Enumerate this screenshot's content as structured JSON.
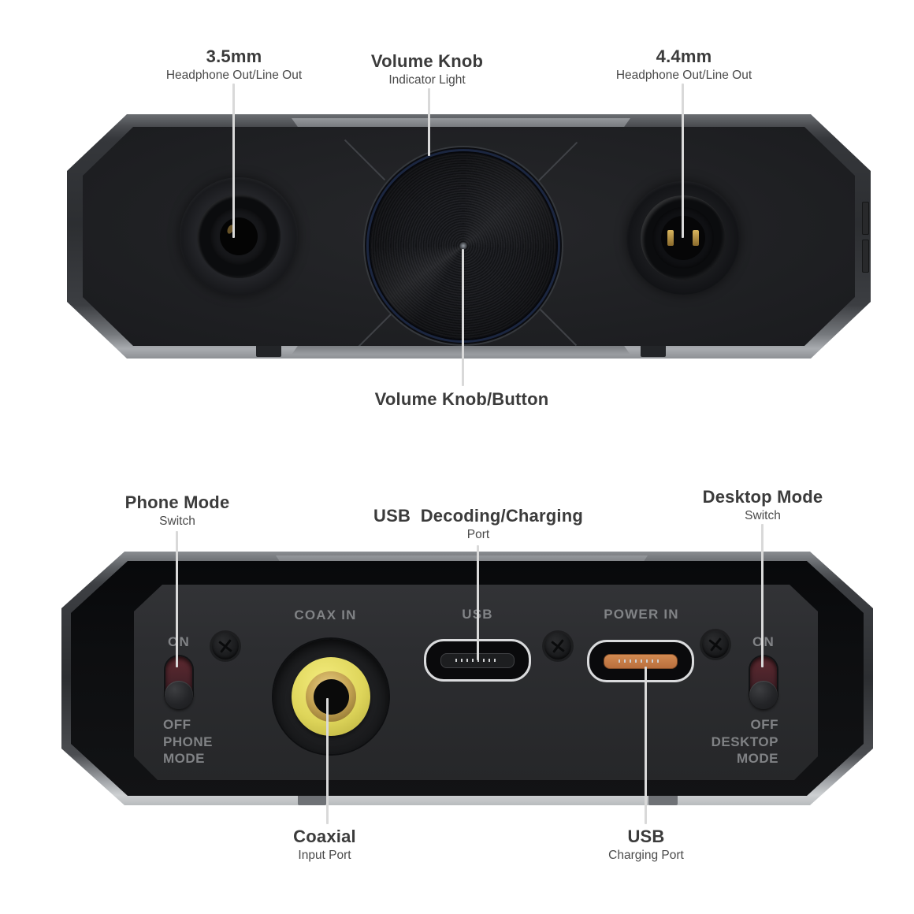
{
  "top_view": {
    "callouts": {
      "jack35": {
        "title": "3.5mm",
        "subtitle": "Headphone Out/Line Out"
      },
      "knob_indicator": {
        "title": "Volume Knob",
        "subtitle": "Indicator Light"
      },
      "jack44": {
        "title": "4.4mm",
        "subtitle": "Headphone Out/Line Out"
      },
      "knob_button": {
        "title": "Volume Knob/Button"
      }
    }
  },
  "rear_view": {
    "callouts": {
      "phone_mode": {
        "title": "Phone Mode",
        "subtitle": "Switch"
      },
      "usb_decoding": {
        "title": "USB  Decoding/Charging",
        "subtitle": "Port"
      },
      "desktop_mode": {
        "title": "Desktop Mode",
        "subtitle": "Switch"
      },
      "coaxial": {
        "title": "Coaxial",
        "subtitle": "Input Port"
      },
      "usb_charging": {
        "title": "USB",
        "subtitle": "Charging Port"
      }
    },
    "panel": {
      "coax_label": "COAX IN",
      "usb_label": "USB",
      "power_label": "POWER IN",
      "left_switch": {
        "on": "ON",
        "off": "OFF",
        "line1": "PHONE",
        "line2": "MODE"
      },
      "right_switch": {
        "on": "ON",
        "off": "OFF",
        "line1": "DESKTOP",
        "line2": "MODE"
      }
    }
  },
  "colors": {
    "leader_line": "#d9d9d9",
    "label_title": "#3b3b3b",
    "label_subtitle": "#4a4a4a",
    "panel_text": "#818386",
    "rca_yellow": "#ded55a",
    "power_copper": "#c87c46",
    "switch_track_red": "#49232a",
    "knob_ring_blue": "#1b2640"
  }
}
